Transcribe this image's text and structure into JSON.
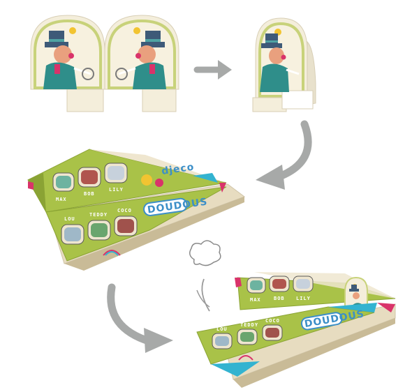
{
  "colors": {
    "wing_green": "#a9c248",
    "wing_green_dark": "#8aa334",
    "cream": "#efe6cf",
    "pink": "#d9336a",
    "cyan": "#33b3d0",
    "arrow_gray": "#a7a9a8",
    "pilot_teal": "#2f8e8a",
    "pilot_hat": "#3e5a78",
    "brand_blue": "#3c8fc8"
  },
  "plane_top": {
    "passengers_top_row": [
      "MAX",
      "BOB",
      "LILY"
    ],
    "passengers_bottom_row": [
      "LOU",
      "TEDDY",
      "COCO"
    ],
    "brand": "DOUDOUS",
    "mirrored_brand": "djeco"
  },
  "plane_bottom": {
    "passengers_top_row": [
      "MAX",
      "BOB",
      "LILY"
    ],
    "passengers_bottom_row": [
      "LOU",
      "TEDDY",
      "COCO"
    ],
    "brand": "DOUDOUS"
  },
  "icons": [
    "arrow-right-icon",
    "arrow-curve-down-left-icon",
    "arrow-curve-down-right-icon",
    "smoke-puff-icon",
    "motion-lines-icon"
  ]
}
